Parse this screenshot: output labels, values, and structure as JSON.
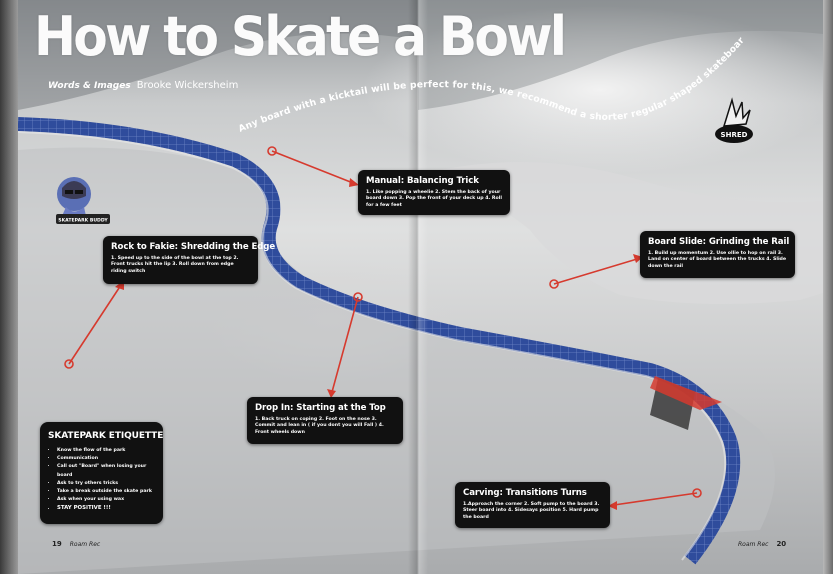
{
  "title": "How to Skate a Bowl",
  "byline": {
    "label": "Words & Images",
    "author": "Brooke Wickersheim"
  },
  "arc_text": "Any board with a kicktail will be perfect for this, we recommend a shorter regular shaped skateboard for all transition skating.",
  "stickers": {
    "shred": "SHRED",
    "left": "SKATEPARK BUDDY"
  },
  "tips": [
    {
      "title": "Rock to Fakie: Shredding the Edge",
      "body": "1. Speed up to the side of the bowl at the top 2. Front trucks hit the lip 3. Roll down from edge riding switch"
    },
    {
      "title": "Manual: Balancing Trick",
      "body": "1. Like popping a wheelie 2. Stem the back of your board down 3. Pop the front of your deck up 4. Roll for a few feet"
    },
    {
      "title": "Board Slide: Grinding the Rail",
      "body": "1. Build up momentum 2. Use ollie to hop on rail 3. Land on center of board between the trucks 4. Slide down the rail"
    },
    {
      "title": "Drop In: Starting at the Top",
      "body": "1. Back truck on coping 2. Foot on the nose 3. Commit and lean in ( if you dont you will Fall ) 4. Front wheels down"
    },
    {
      "title": "Carving: Transitions Turns",
      "body": "1.Approach the corner 2. Soft pump to the board 3. Steer board into 4. Sidesays position 5. Hard pump the board"
    }
  ],
  "etiquette": {
    "title": "SKATEPARK ETIQUETTE",
    "items": [
      "Know the flow of the park",
      "Communication",
      "Call out \"Board\" when losing your board",
      "Ask to try others tricks",
      "Take a break outside the skate park",
      "Ask when your using wax",
      "STAY POSITIVE !!!"
    ]
  },
  "folio": {
    "left_page": "19",
    "right_page": "20",
    "magazine": "Roam Rec"
  },
  "colors": {
    "accent_red": "#d63a2e",
    "card_bg": "#111111",
    "tile_blue": "#2f4c9c"
  }
}
